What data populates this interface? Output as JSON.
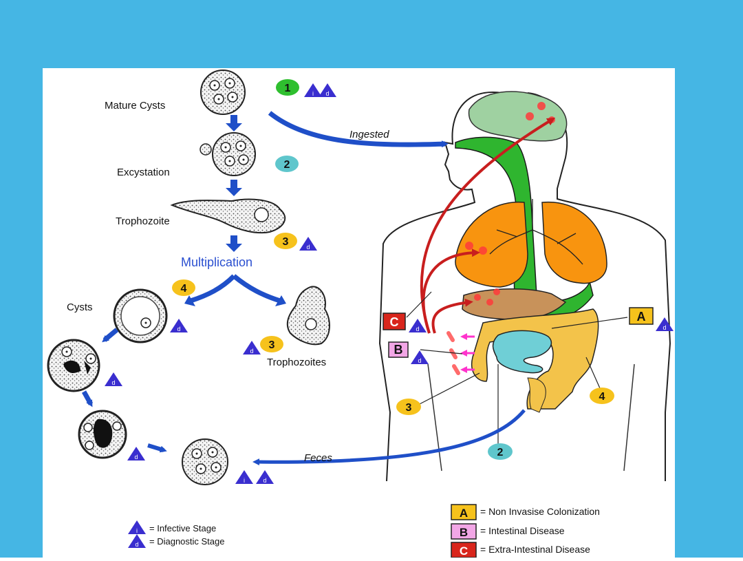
{
  "colors": {
    "background": "#45b6e4",
    "panel": "#ffffff",
    "arrow_blue": "#1f4fc8",
    "arrow_red": "#c81e1e",
    "badge_green": "#2fbf2f",
    "badge_teal": "#5fc6cc",
    "badge_yellow": "#f6c21c",
    "triangle": "#3a2ecf",
    "lungs": "#f8940f",
    "gi_tract": "#2fb52f",
    "brain": "#9fd1a1",
    "liver": "#c8925a",
    "colon": "#f3c34a",
    "small_intestine": "#6fcfd6",
    "label_a": "#f6c21c",
    "label_b": "#f2a6e6",
    "label_c": "#d9261c"
  },
  "stages": {
    "mature_cysts": "Mature Cysts",
    "excystation": "Excystation",
    "trophozoite": "Trophozoite",
    "multiplication": "Multiplication",
    "cysts": "Cysts",
    "trophozoites": "Trophozoites"
  },
  "arrows": {
    "ingested": "Ingested",
    "feces": "Feces"
  },
  "badges": {
    "one": "1",
    "two": "2",
    "three": "3",
    "four": "4",
    "a": "A",
    "b": "B",
    "c": "C",
    "infective_letter": "i",
    "diagnostic_letter": "d"
  },
  "legend": {
    "infective": "= Infective Stage",
    "diagnostic": "= Diagnostic Stage",
    "a_text": "= Non Invasise Colonization",
    "b_text": "= Intestinal Disease",
    "c_text": "= Extra-Intestinal Disease"
  }
}
